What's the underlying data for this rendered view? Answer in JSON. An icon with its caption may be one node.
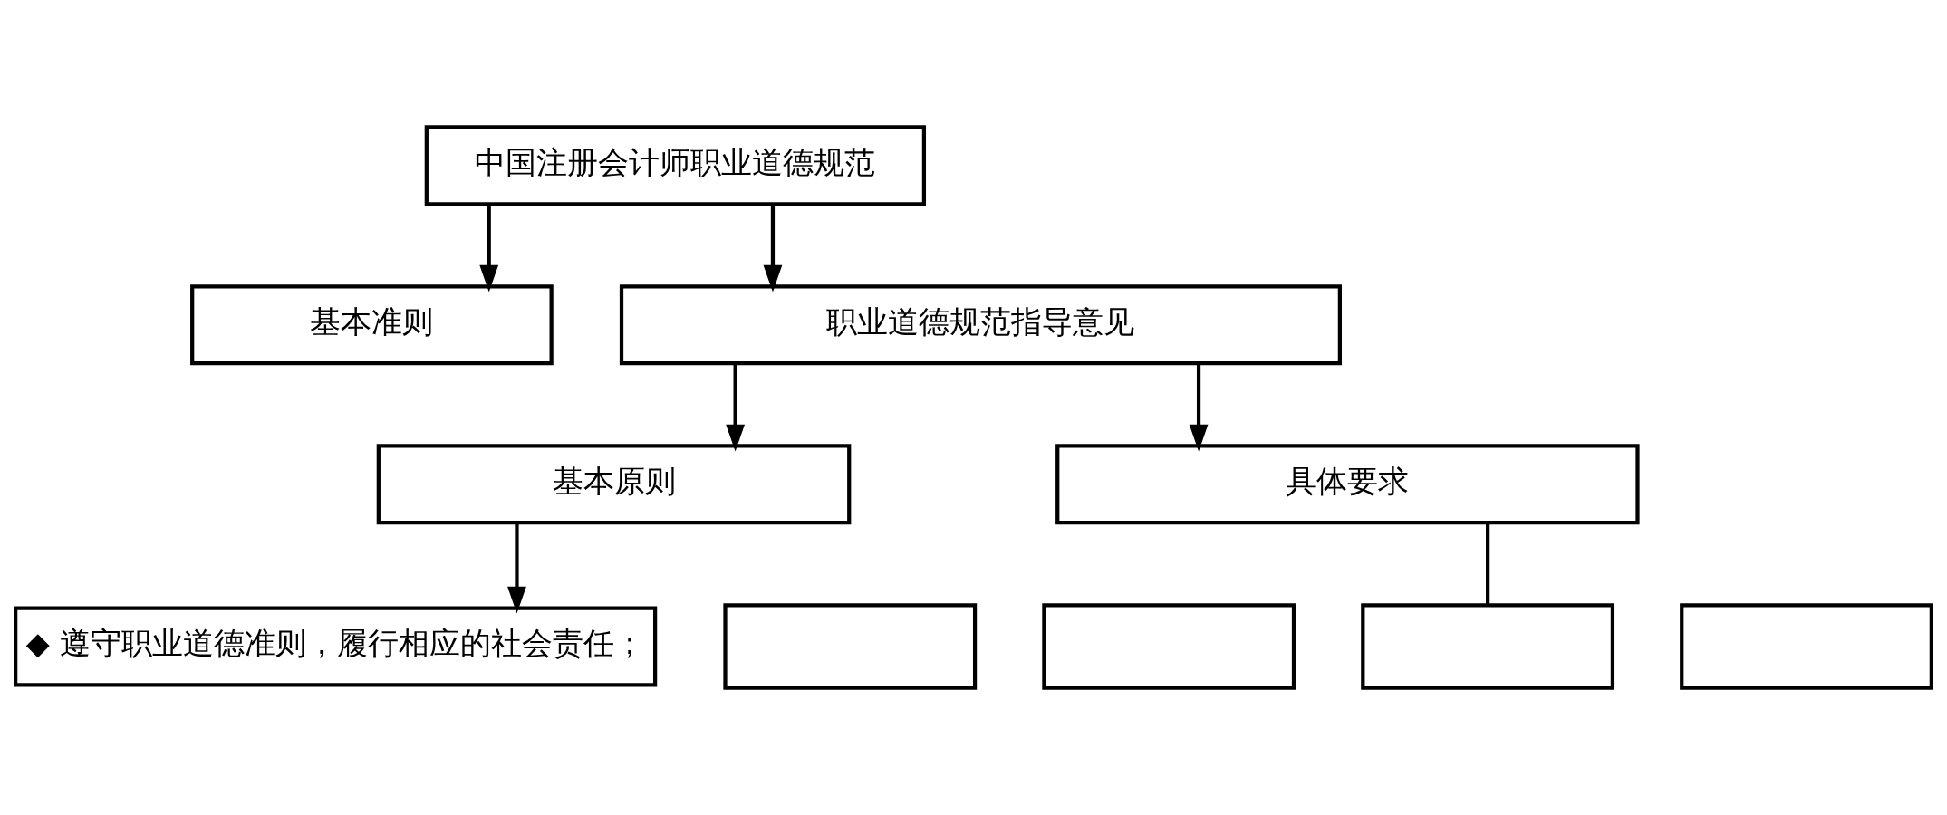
{
  "diagram": {
    "nodes": [
      {
        "text": [
          "中国注册会计师职业道德规范"
        ]
      },
      {
        "text": [
          "基本准则"
        ]
      },
      {
        "text": [
          "职业道德规范指导意见"
        ]
      },
      {
        "text": [
          "基本原则"
        ]
      },
      {
        "text": [
          "具体要求"
        ]
      },
      {
        "text": [
          "◆ 遵守职业道德准则，履行相应的社会责任；"
        ]
      },
      {
        "text": [],
        "shape": "box"
      },
      {
        "text": [],
        "shape": "box"
      },
      {
        "text": [],
        "shape": "box"
      },
      {
        "text": [],
        "shape": "box"
      }
    ],
    "edges": [
      {
        "from": 0,
        "to": 1,
        "arrow": "to"
      },
      {
        "from": 0,
        "to": 2,
        "arrow": "to"
      },
      {
        "from": 2,
        "to": 3,
        "arrow": "to"
      },
      {
        "from": 2,
        "to": 4,
        "arrow": "to"
      },
      {
        "from": 3,
        "to": 5,
        "arrow": "to"
      },
      {
        "from": 4,
        "to": 8,
        "arrow": "none"
      }
    ]
  }
}
